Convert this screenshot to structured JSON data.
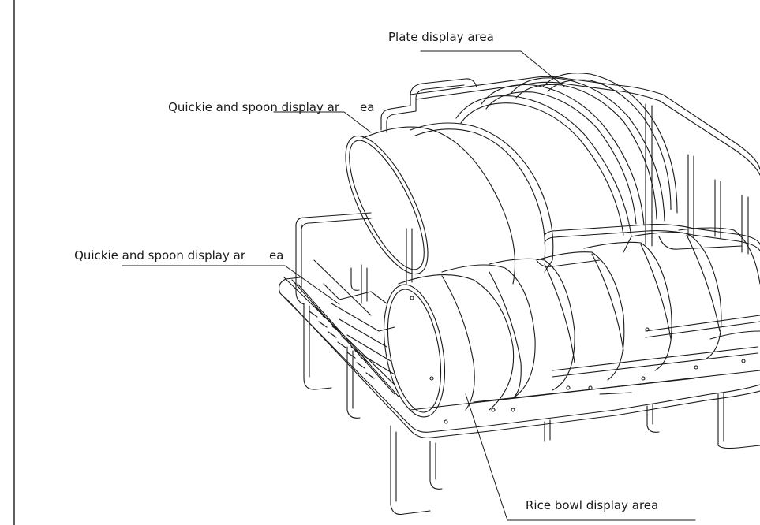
{
  "labels": {
    "plate": "Plate display area",
    "quickie_top": {
      "part1": "Quickie and spoon display ar",
      "part2": "ea"
    },
    "quickie_left": {
      "part1": "Quickie and spoon display ar",
      "part2": "ea"
    },
    "rice_bowl": "Rice bowl display area"
  },
  "colors": {
    "line": "#1a1a1a",
    "background": "#ffffff"
  }
}
